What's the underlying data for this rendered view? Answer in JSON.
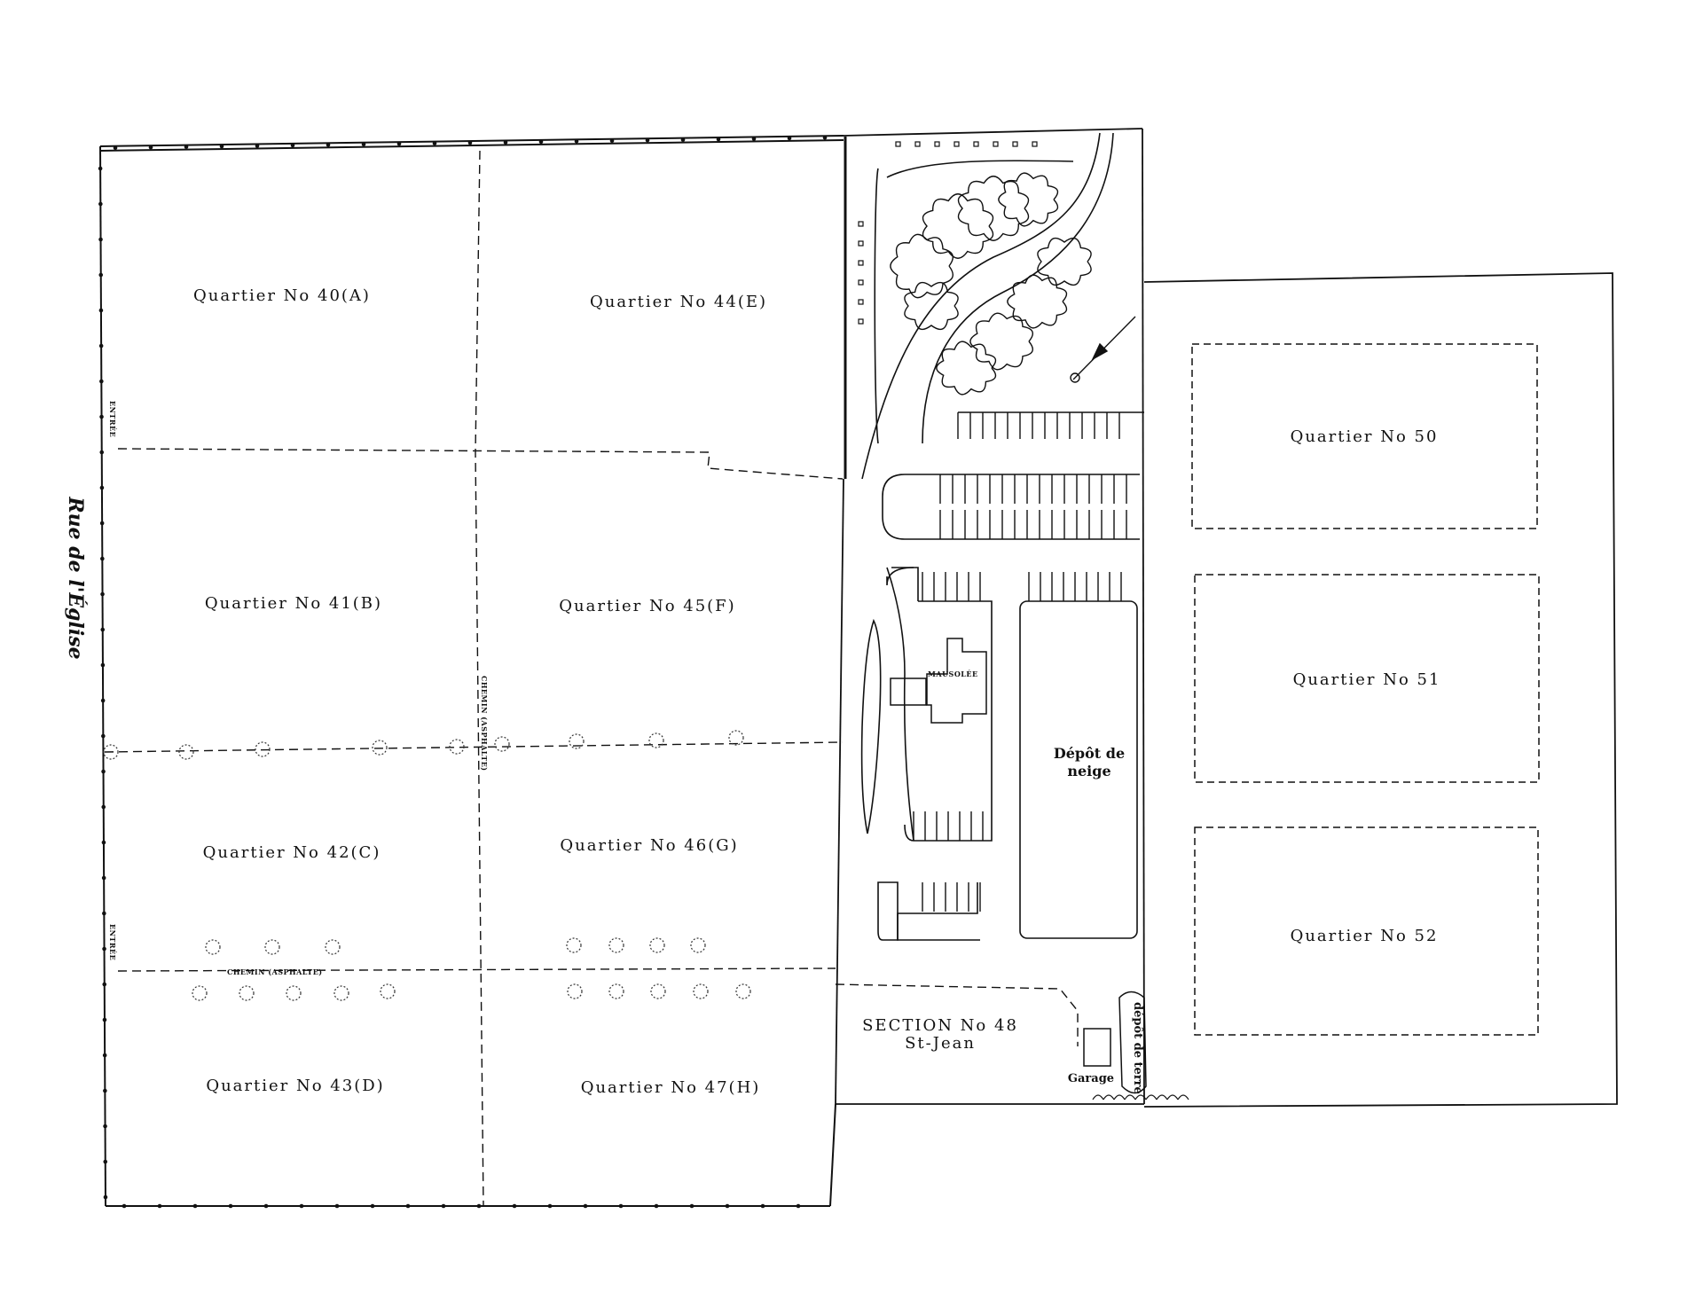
{
  "street": "Rue de l'Église",
  "entrances": [
    "ENTRÉE",
    "ENTRÉE"
  ],
  "path_labels": [
    "CHEMIN (ASPHALTE)",
    "CHEMIN (ASPHALTE)"
  ],
  "quarters": [
    {
      "label": "Quartier  No  40(A)"
    },
    {
      "label": "Quartier  No  41(B)"
    },
    {
      "label": "Quartier  No  42(C)"
    },
    {
      "label": "Quartier  No  43(D)"
    },
    {
      "label": "Quartier  No  44(E)"
    },
    {
      "label": "Quartier  No  45(F)"
    },
    {
      "label": "Quartier  No  46(G)"
    },
    {
      "label": "Quartier  No  47(H)"
    },
    {
      "label": "Quartier  No  50"
    },
    {
      "label": "Quartier  No  51"
    },
    {
      "label": "Quartier  No  52"
    }
  ],
  "section": {
    "line1": "SECTION  No  48",
    "line2": "St-Jean"
  },
  "mausoleum": "MAUSOLÉE",
  "snow_depot": {
    "line1": "Dépôt de",
    "line2": "neige"
  },
  "earth_depot": "dépôt de terre",
  "garage": "Garage"
}
